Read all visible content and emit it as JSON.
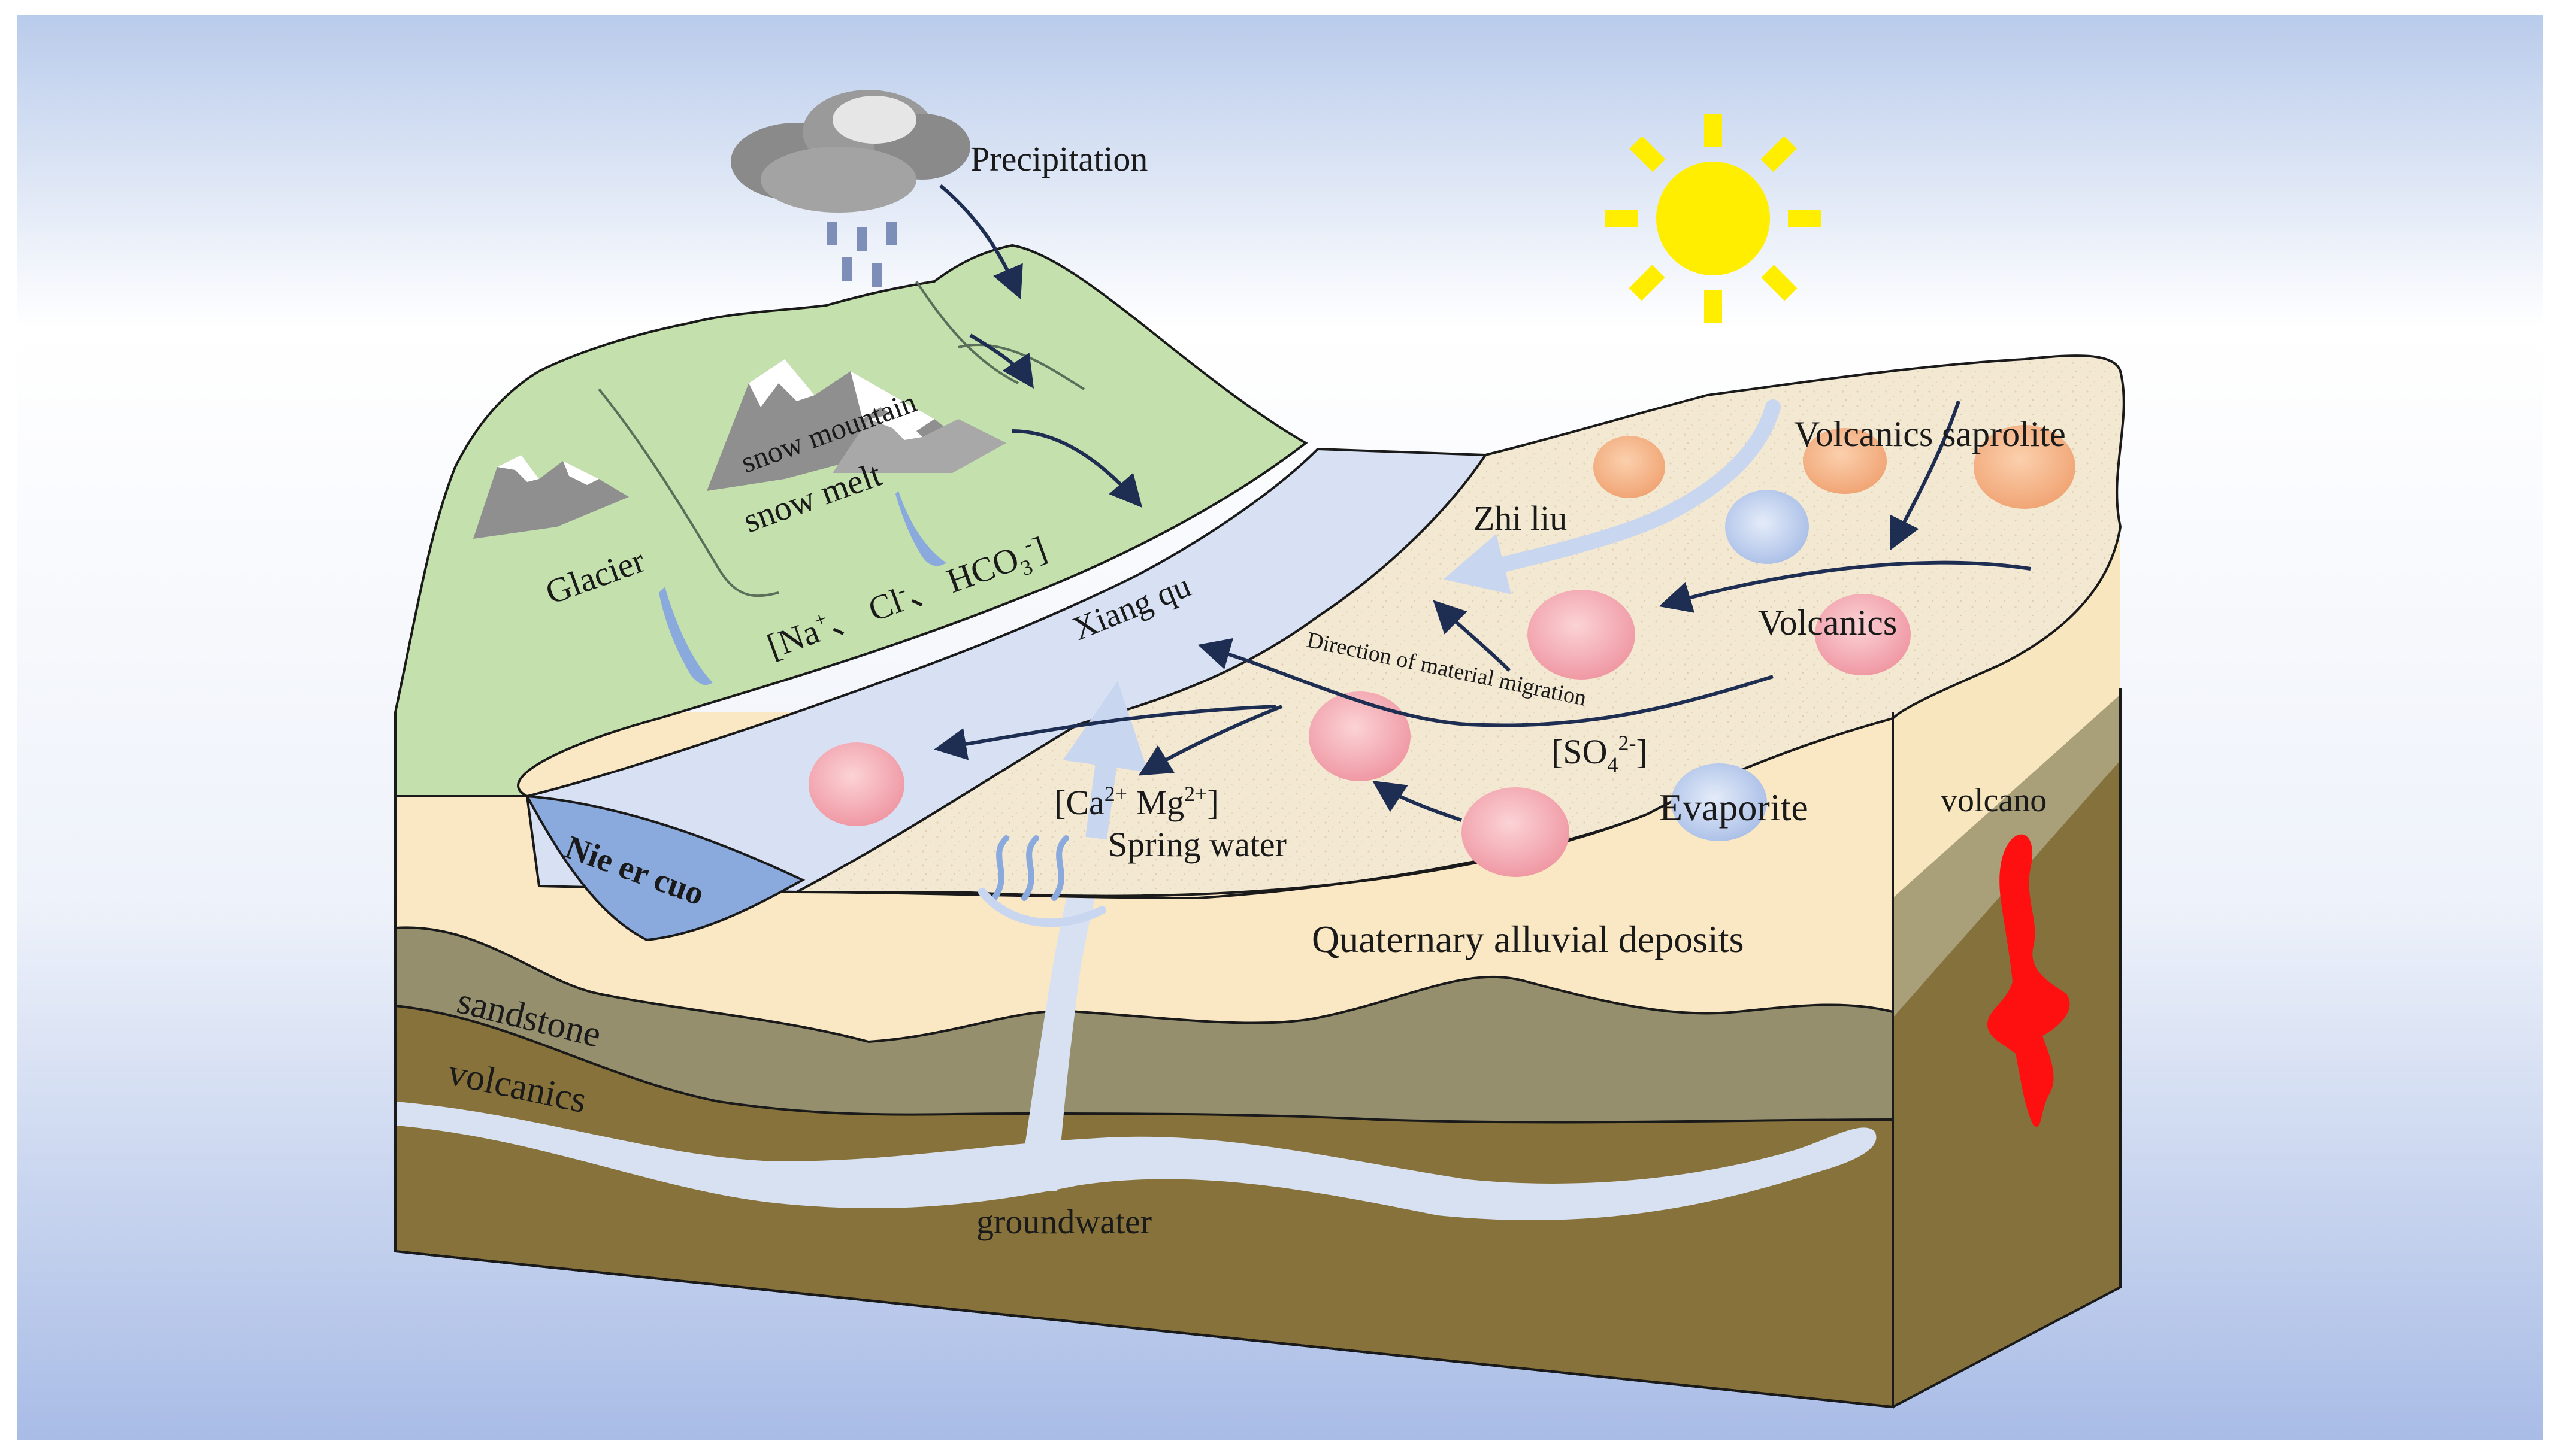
{
  "labels": {
    "precipitation": "Precipitation",
    "snow_mountain": "snow mountain",
    "snow_melt": "snow melt",
    "glacier": "Glacier",
    "ions_na": "[Na",
    "ions_na_sup": "+",
    "ions_sep1": "、 Cl",
    "ions_cl_sup": "-",
    "ions_sep2": "、 HCO",
    "ions_hco_sub": "3",
    "ions_hco_sup": "-",
    "ions_close": "]",
    "xiang_qu": "Xiang qu",
    "nie_er_cuo": "Nie er cuo",
    "zhi_liu": "Zhi liu",
    "volcanics_saprolite": "Volcanics saprolite",
    "volcanics_surface": "Volcanics",
    "direction": "Direction of material migration",
    "so4_open": "[SO",
    "so4_sub": "4",
    "so4_sup": "2-",
    "so4_close": "]",
    "evaporite": "Evaporite",
    "camg_open": "[Ca",
    "camg_ca_sup": "2+",
    "camg_mg": " Mg",
    "camg_mg_sup": "2+",
    "camg_close": "]",
    "spring_water": "Spring water",
    "volcano": "volcano",
    "quaternary": "Quaternary alluvial deposits",
    "sandstone": "sandstone",
    "volcanics_layer": "volcanics",
    "groundwater": "groundwater"
  },
  "colors": {
    "sky_top": "#c3d2ee",
    "sky_mid": "#ffffff",
    "sky_bottom": "#aebfe6",
    "mountain_green": "#c3e0ad",
    "river": "#d7e1f3",
    "lake": "#8aa9dc",
    "alluvial": "#fae8c3",
    "plain_surface": "#f4e9d4",
    "sandstone": "#958e6d",
    "volcanics_dark": "#86723a",
    "groundwater": "#d8e1f2",
    "volcano_red": "#ff1010",
    "sun": "#ffee00",
    "pebble_pink": "#f2a1aa",
    "pebble_orange": "#f3b383",
    "pebble_blue": "#a8bde6",
    "arrow": "#1e2d52"
  },
  "icons": [
    "cloud-rain-icon",
    "sun-icon",
    "snow-mountain-icon",
    "glacier-icon",
    "volcanic-rock-icon",
    "evaporite-icon",
    "spring-icon",
    "volcano-icon"
  ]
}
